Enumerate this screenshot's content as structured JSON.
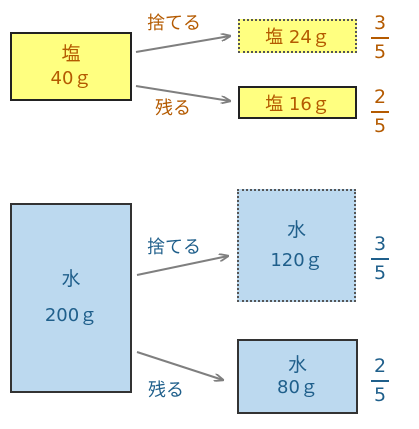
{
  "salt": {
    "original": {
      "name": "塩",
      "amount": "40ｇ"
    },
    "discarded": {
      "text": "塩 24ｇ"
    },
    "remaining": {
      "text": "塩 16ｇ"
    },
    "discard_label": "捨てる",
    "remain_label": "残る",
    "discard_fraction": {
      "numerator": "3",
      "denominator": "5"
    },
    "remain_fraction": {
      "numerator": "2",
      "denominator": "5"
    }
  },
  "water": {
    "original": {
      "name": "水",
      "amount": "200ｇ"
    },
    "discarded": {
      "name": "水",
      "amount": "120ｇ"
    },
    "remaining": {
      "name": "水",
      "amount": "80ｇ"
    },
    "discard_label": "捨てる",
    "remain_label": "残る",
    "discard_fraction": {
      "numerator": "3",
      "denominator": "5"
    },
    "remain_fraction": {
      "numerator": "2",
      "denominator": "5"
    }
  },
  "colors": {
    "salt_fill": "#ffff80",
    "salt_text": "#b45a00",
    "water_fill": "#bcd9ef",
    "water_text": "#1f5f8b",
    "arrow": "#7f7f7f"
  }
}
